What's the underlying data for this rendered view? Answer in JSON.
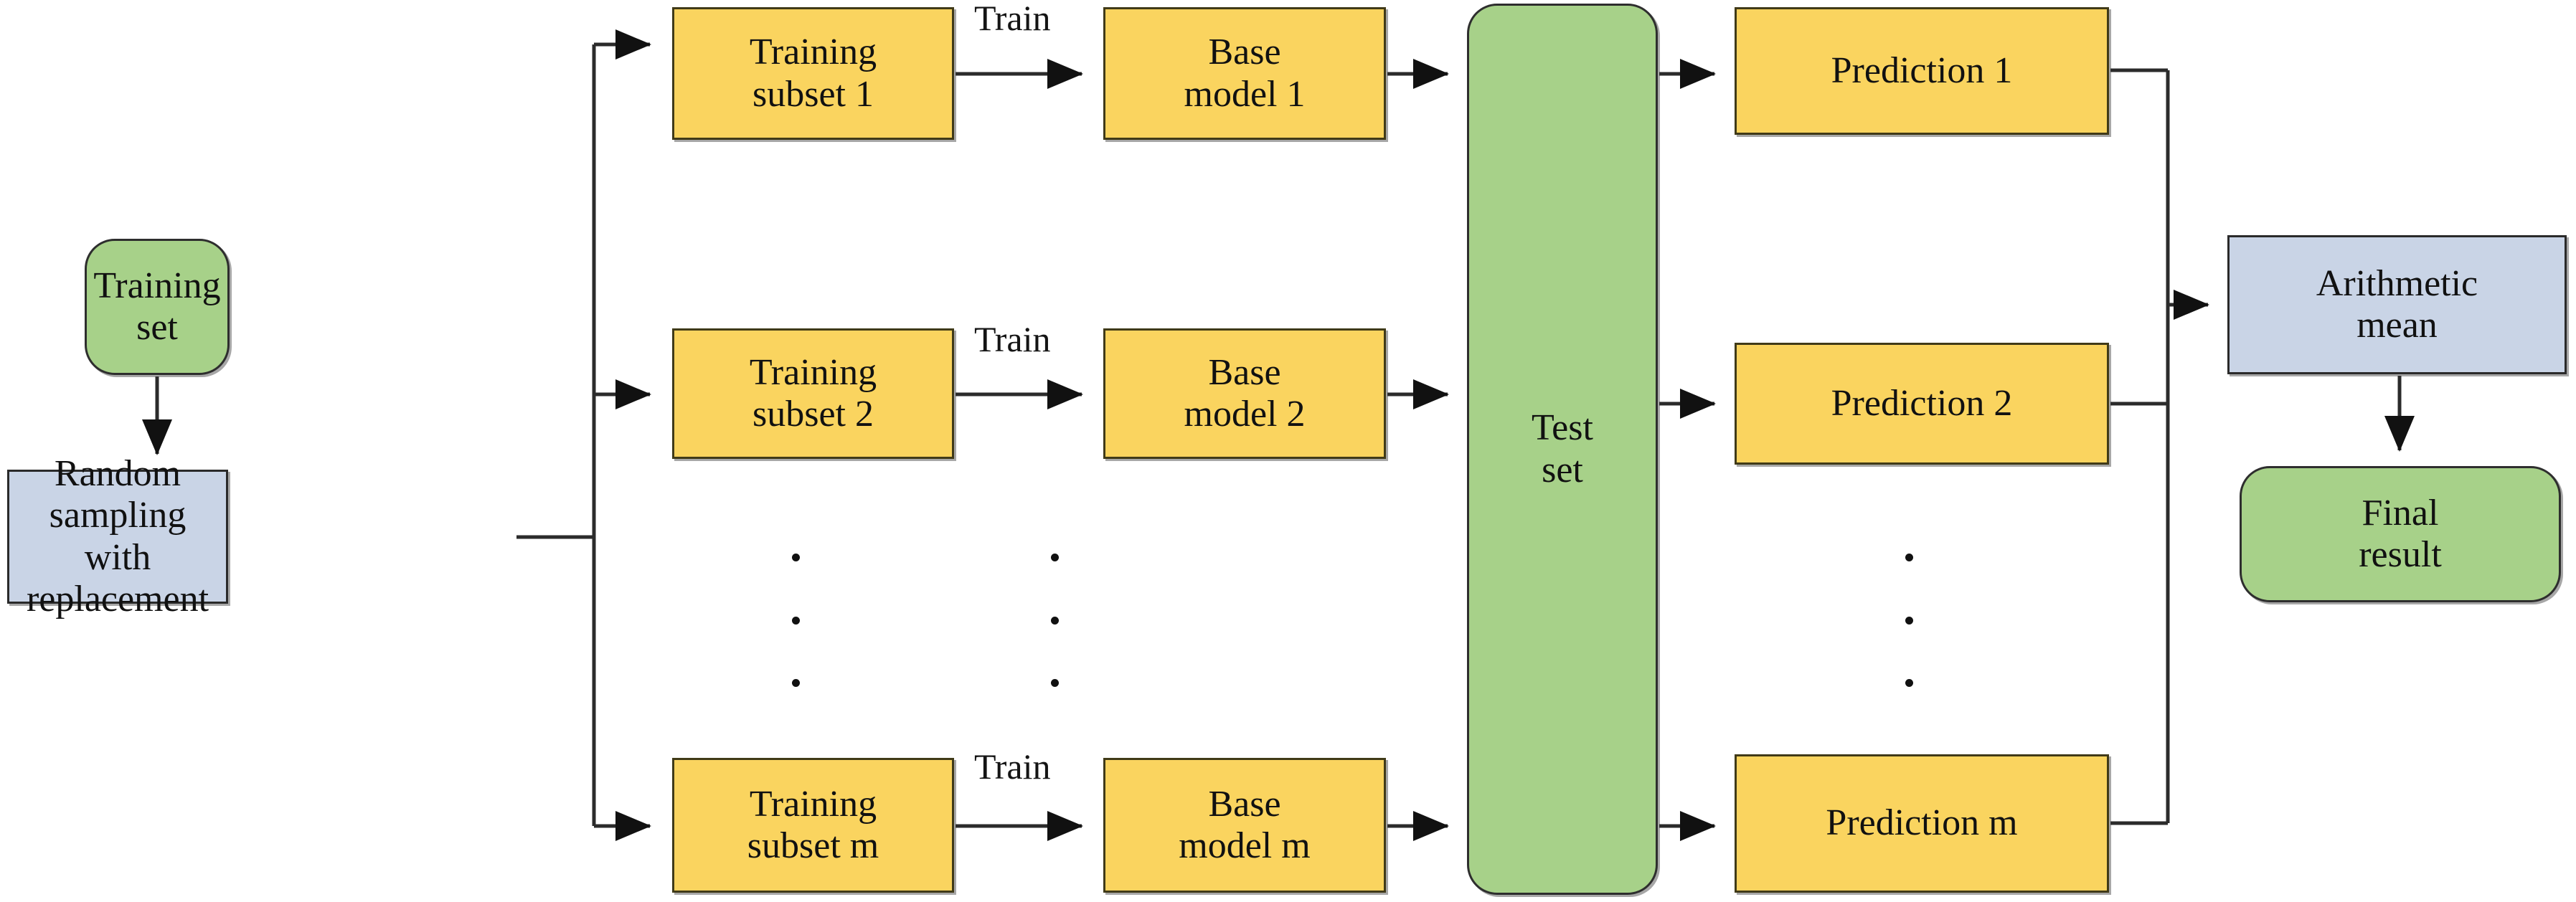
{
  "diagram": {
    "title": "Bagging ensemble learning flowchart",
    "colors": {
      "yellow_fill": "#FAD45F",
      "green_fill": "#A7D189",
      "blue_fill": "#C9D4E6",
      "stroke": "#2e2e2e",
      "background": "#FFFFFF"
    },
    "nodes": {
      "training_set": "Training set",
      "random_sampling": "Random sampling\nwith replacement",
      "training_subset_1": "Training\nsubset 1",
      "training_subset_2": "Training\nsubset 2",
      "training_subset_m": "Training\nsubset m",
      "base_model_1": "Base\nmodel 1",
      "base_model_2": "Base\nmodel 2",
      "base_model_m": "Base\nmodel m",
      "test_set": "Test\nset",
      "prediction_1": "Prediction 1",
      "prediction_2": "Prediction 2",
      "prediction_m": "Prediction m",
      "arithmetic_mean": "Arithmetic\nmean",
      "final_result": "Final\nresult"
    },
    "edge_labels": {
      "train_1": "Train",
      "train_2": "Train",
      "train_m": "Train"
    },
    "ellipsis_columns": [
      {
        "name": "training-subset-ellipsis",
        "dots": 3
      },
      {
        "name": "base-model-ellipsis",
        "dots": 3
      },
      {
        "name": "prediction-ellipsis",
        "dots": 3
      }
    ]
  }
}
